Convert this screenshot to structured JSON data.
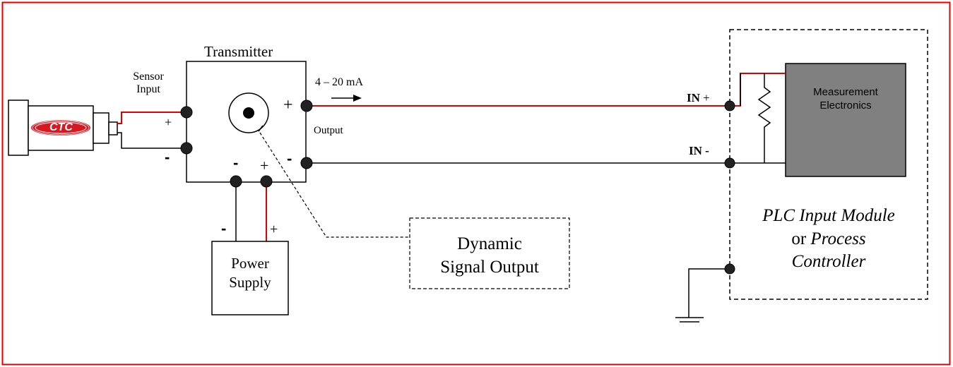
{
  "transmitter": {
    "title": "Transmitter"
  },
  "sensor": {
    "input_label_line1": "Sensor",
    "input_label_line2": "Input",
    "plus": "+",
    "minus": "-",
    "logo_text": "CTC"
  },
  "output": {
    "current_label": "4 – 20 mA",
    "label": "Output",
    "plus": "+",
    "minus": "-"
  },
  "power_terminals": {
    "minus": "-",
    "plus": "+"
  },
  "power_supply": {
    "line1": "Power",
    "line2": "Supply",
    "minus": "-",
    "plus": "+"
  },
  "dynamic_output": {
    "line1": "Dynamic",
    "line2": "Signal Output"
  },
  "plc": {
    "in_plus_bold": "IN",
    "in_plus_sign": "+",
    "in_minus": "IN -",
    "electronics_line1": "Measurement",
    "electronics_line2": "Electronics",
    "caption_line1": "PLC Input Module",
    "caption_or": "or",
    "caption_process": "Process",
    "caption_line3": "Controller"
  },
  "colors": {
    "frame_border": "#e00000",
    "signal_wire": "#e00000",
    "wire": "#000000",
    "electronics_box": "#808080",
    "logo_red": "#d81820"
  }
}
